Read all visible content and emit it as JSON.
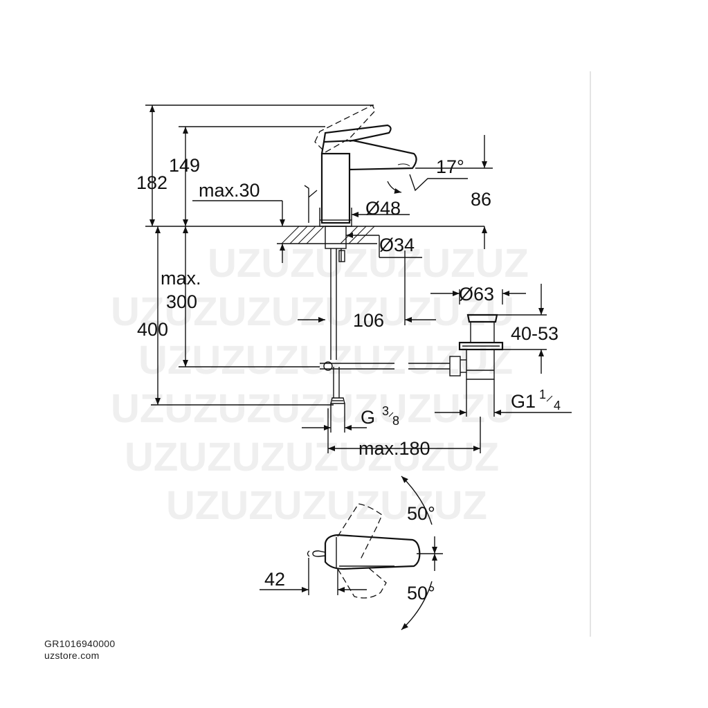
{
  "dimensions": {
    "overall_height": "182",
    "spout_height": "149",
    "max_deck_thickness": "max.30",
    "spout_angle": "17°",
    "spout_reach_height": "86",
    "base_diameter": "Ø48",
    "hole_diameter": "Ø34",
    "max_tail_length_line1": "max.",
    "max_tail_length_line2": "300",
    "supply_height": "400",
    "pop_up_offset": "106",
    "waste_diameter": "Ø63",
    "basin_thickness_range": "40-53",
    "waste_thread": "G1",
    "waste_thread_sup": "1",
    "waste_thread_sub": "4",
    "supply_thread": "G",
    "supply_thread_sup": "3",
    "supply_thread_sub": "8",
    "max_projection": "max.180",
    "lever_angle_back": "50°",
    "lever_angle_front": "50°",
    "plan_offset": "42"
  },
  "watermark": {
    "product_code": "GR1016940000",
    "site": "uzstore.com"
  }
}
